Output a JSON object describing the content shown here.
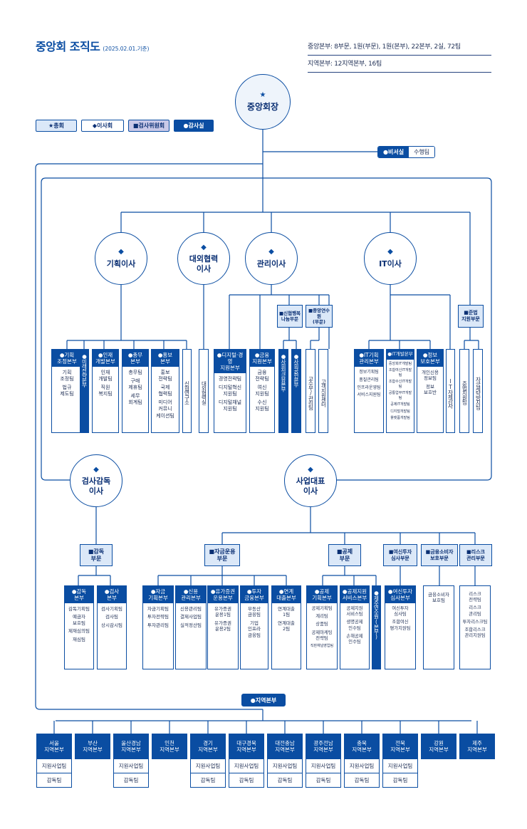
{
  "title": "중앙회 조직도",
  "title_date": "(2025.02.01.기준)",
  "info": {
    "central": "중앙본부: 8부문, 1원(부문), 1원(본부), 22본부, 2실, 72팀",
    "regional": "지역본부: 12지역본부, 16팀"
  },
  "legend": {
    "chair": "★총회",
    "board": "◆이사회",
    "audit_committee": "■검사위원회",
    "audit_office": "●감사실"
  },
  "chairman": {
    "symbol": "★",
    "label": "중앙회장"
  },
  "secretary": {
    "label": "●비서실",
    "team": "수행팀"
  },
  "directors": {
    "planning": {
      "symbol": "◆",
      "label": "기획이사"
    },
    "external": {
      "symbol": "◆",
      "label": "대외협력\n이사"
    },
    "management": {
      "symbol": "◆",
      "label": "관리이사"
    },
    "it": {
      "symbol": "◆",
      "label": "IT이사"
    },
    "inspection": {
      "symbol": "◆",
      "label": "검사감독\n이사"
    },
    "business": {
      "symbol": "◆",
      "label": "사업대표\n이사"
    }
  },
  "divisions": {
    "social": "■신협행복\n나눔부문",
    "research": "■중앙연수원\n(부문)",
    "compliance": "■준법\n지원부문",
    "audit": "■감독\n부문",
    "fund": "■자금운용\n부문",
    "mutual": "■공제\n부문",
    "credit_review": "■여신투자\n심사부문",
    "consumer": "■금융소비자\n보호부문",
    "risk": "■리스크\n관리부문"
  },
  "upper_units": {
    "planning_coord": {
      "head": "●기획\n조정본부",
      "teams": [
        "기획\n조정팀",
        "법규\n제도팀"
      ]
    },
    "future_strategy": {
      "head": "●미래전략본부"
    },
    "hr": {
      "head": "●인재\n개발본부",
      "teams": [
        "인재\n개발팀",
        "직원\n복지팀"
      ]
    },
    "general": {
      "head": "●총무\n본부",
      "teams": [
        "총무팀",
        "구매\n제휴팀",
        "세무\n회계팀"
      ]
    },
    "pr": {
      "head": "●홍보\n본부",
      "teams": [
        "홍보\n전략팀",
        "국제\n협력팀",
        "미디어\n커뮤니\n케이션팀"
      ]
    },
    "research_inst": {
      "label": "신협연구소"
    },
    "external_office": {
      "label": "대외협력실"
    },
    "digital": {
      "head": "●디지털·경영\n지원본부",
      "teams": [
        "경영전략팀",
        "디지털혁신\n지원팀",
        "디지털채널\n지원팀"
      ]
    },
    "finance": {
      "head": "●금융\n지원본부",
      "teams": [
        "금융\n전략팀",
        "여신\n지원팀",
        "수신\n지원팀"
      ]
    },
    "social_finance": {
      "head": "●사회적금융본부"
    },
    "social_contrib": {
      "head": "●사회공헌본부"
    },
    "professor": {
      "label": "교수부/관리팀"
    },
    "customer_center": {
      "label": "고객지원센터"
    },
    "it_planning": {
      "head": "●IT기획\n관리본부",
      "teams": [
        "정보기획팀",
        "품질관리팀",
        "인프라운영팀",
        "서비스지원팀"
      ]
    },
    "it_dev": {
      "head": "●IT개발본부",
      "teams": [
        "중앙회IT개발팀",
        "조합여신IT개발팀",
        "조합수신IT개발팀",
        "공통업무IT개발팀",
        "공제IT개발팀",
        "디지털개발팀",
        "플랫폼개발팀"
      ]
    },
    "info_protect": {
      "head": "●정보\n보호본부",
      "teams": [
        "개인신용\n정보팀",
        "정보\n보호반"
      ]
    },
    "it_audit": {
      "label": "IT자체감사"
    },
    "compliance_team": {
      "label": "준법지원팀"
    },
    "aml_team": {
      "label": "자금세탁방지팀"
    }
  },
  "lower_units": {
    "supervision": {
      "head": "●감독\n본부",
      "teams": [
        "감독기획팀",
        "예금자\n보호팀",
        "제재심의팀",
        "재심팀"
      ]
    },
    "inspection_hq": {
      "head": "●검사\n본부",
      "teams": [
        "검사기획팀",
        "검사팀",
        "상시감시팀"
      ]
    },
    "fund_planning": {
      "head": "●자금\n기획본부",
      "teams": [
        "자금기획팀",
        "투자전략팀",
        "투자관리팀"
      ]
    },
    "credit_mgmt": {
      "head": "●신용\n관리본부",
      "teams": [
        "신용관리팀",
        "결제사업팀",
        "실적정산팀"
      ]
    },
    "securities": {
      "head": "●유가증권\n운용본부",
      "teams": [
        "유가증권\n운용1팀",
        "유가증권\n운용2팀"
      ]
    },
    "investment": {
      "head": "●투자\n금융본부",
      "teams": [
        "부동산\n금융팀",
        "기업\n인프라\n금융팀"
      ]
    },
    "linked_loan": {
      "head": "●연계\n대출본부",
      "teams": [
        "연계대출\n1팀",
        "연계대출\n2팀"
      ]
    },
    "mutual_planning": {
      "head": "●공제\n기획본부",
      "teams": [
        "공제기획팀",
        "계리팀",
        "상품팀",
        "공제마케팅\n전략팀",
        "직판채널영업팀"
      ]
    },
    "mutual_service": {
      "head": "●공제지원\n서비스본부",
      "teams": [
        "공제지원\n서비스팀",
        "생명공제\n인수팀",
        "손해공제\n인수팀"
      ]
    },
    "jeju_institute": {
      "head": "●제주연수원(본부)"
    },
    "credit_review_hq": {
      "head": "●여신투자\n심사본부",
      "teams": [
        "여신투자\n심사팀",
        "조합여신\n평가지원팀"
      ]
    },
    "consumer_team": {
      "teams": [
        "금융소비자\n보호팀"
      ]
    },
    "risk_team": {
      "teams": [
        "리스크\n전략팀",
        "리스크\n관리팀",
        "투자리스크팀",
        "조합리스크\n관리지원팀"
      ]
    }
  },
  "regional_hq": {
    "label": "●지역본부"
  },
  "regions": [
    {
      "name": "서울\n지역본부",
      "teams": [
        "지원사업팀",
        "감독팀"
      ]
    },
    {
      "name": "부산\n지역본부",
      "teams": []
    },
    {
      "name": "울산경남\n지역본부",
      "teams": [
        "지원사업팀",
        "감독팀"
      ]
    },
    {
      "name": "인천\n지역본부",
      "teams": []
    },
    {
      "name": "경기\n지역본부",
      "teams": [
        "지원사업팀",
        "감독팀"
      ]
    },
    {
      "name": "대구경북\n지역본부",
      "teams": [
        "지원사업팀",
        "감독팀"
      ]
    },
    {
      "name": "대전충남\n지역본부",
      "teams": [
        "지원사업팀",
        "감독팀"
      ]
    },
    {
      "name": "광주전남\n지역본부",
      "teams": [
        "지원사업팀",
        "감독팀"
      ]
    },
    {
      "name": "충북\n지역본부",
      "teams": [
        "지원사업팀",
        "감독팀"
      ]
    },
    {
      "name": "전북\n지역본부",
      "teams": [
        "지원사업팀",
        "감독팀"
      ]
    },
    {
      "name": "강원\n지역본부",
      "teams": []
    },
    {
      "name": "제주\n지역본부",
      "teams": []
    }
  ],
  "colors": {
    "primary": "#0a4da2",
    "light": "#dbe8f8",
    "text": "#1f2f55"
  }
}
